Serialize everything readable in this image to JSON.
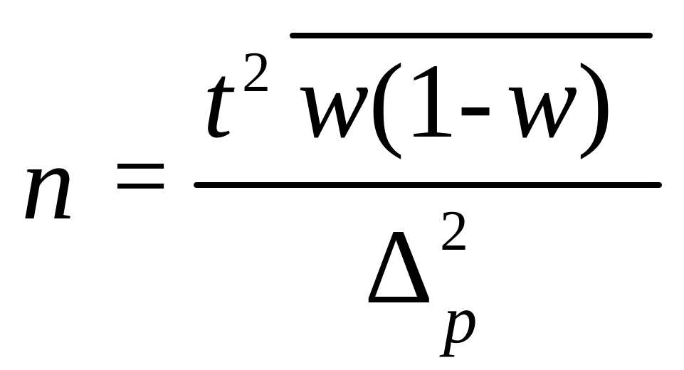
{
  "formula": {
    "lhs": {
      "variable": "n",
      "equals": "="
    },
    "numerator": {
      "t": "t",
      "t_exponent": "2",
      "radicand": {
        "w1": "w",
        "open_paren": "(",
        "one": "1",
        "minus": "-",
        "w2": "w",
        "close_paren": ")"
      }
    },
    "denominator": {
      "symbol": "Δ",
      "exponent": "2",
      "subscript": "p"
    },
    "color": "#000000"
  }
}
